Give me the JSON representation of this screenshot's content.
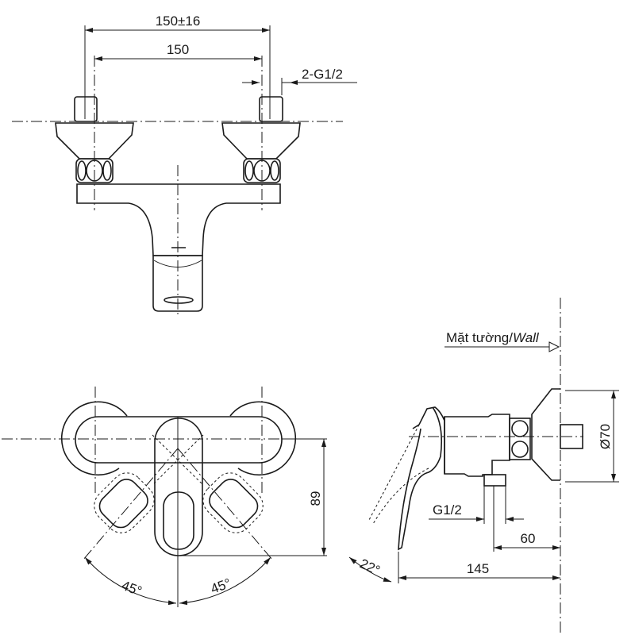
{
  "front_view": {
    "dim_outer": "150±16",
    "dim_inner": "150",
    "thread_label": "2-G1/2"
  },
  "top_view": {
    "dim_depth": "89",
    "angle_left": "45°",
    "angle_right": "45°"
  },
  "side_view": {
    "wall_label_vi": "Mặt tường/",
    "wall_label_en": "Wall",
    "dim_flange": "Ø70",
    "dim_outlet": "G1/2",
    "dim_outlet_offset": "60",
    "dim_total": "145",
    "angle_lever": "22°"
  },
  "colors": {
    "line": "#1a1a1a",
    "background": "#ffffff"
  }
}
